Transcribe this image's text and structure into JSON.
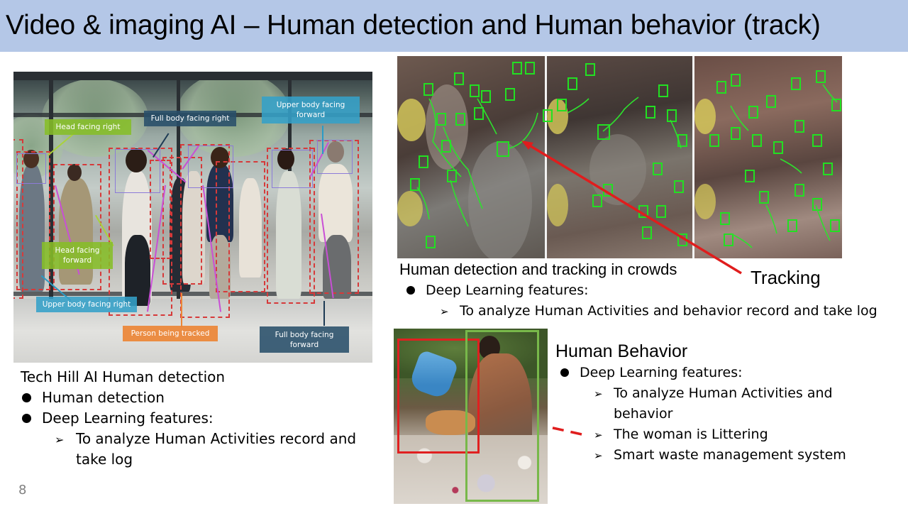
{
  "slide": {
    "title": "Video & imaging AI – Human detection and Human behavior (track)",
    "number": "8",
    "colors": {
      "title_bar": "#b4c7e7",
      "tracking_arrow": "#e01d1d",
      "detection_box": "#22e022",
      "litter_box_red": "#e02020",
      "person_box_green": "#78b84a"
    }
  },
  "office_figure": {
    "labels": {
      "head_facing_right": "Head facing right",
      "full_body_facing_right": "Full body facing right",
      "upper_body_facing_forward": "Upper body facing forward",
      "head_facing_forward": "Head facing forward",
      "upper_body_facing_right": "Upper body facing right",
      "person_being_tracked": "Person being tracked",
      "full_body_facing_forward": "Full body facing forward"
    }
  },
  "left_section": {
    "heading": "Tech Hill AI Human detection",
    "bullets": [
      {
        "text": "Human detection"
      },
      {
        "text": "Deep Learning features:"
      }
    ],
    "sub_bullets": [
      {
        "line1": "To analyze Human Activities record and",
        "line2": "take log"
      }
    ]
  },
  "crowd_section": {
    "caption": "Human detection and tracking in crowds",
    "tracking_label": "Tracking",
    "bullets": [
      {
        "text": "Deep Learning features:"
      }
    ],
    "sub_bullets": [
      {
        "text": "To analyze Human Activities and behavior record and take log"
      }
    ]
  },
  "behavior_section": {
    "heading": "Human Behavior",
    "bullets": [
      {
        "text": "Deep Learning features:"
      }
    ],
    "sub_bullets": [
      {
        "line1": "To analyze Human Activities and",
        "line2": "behavior"
      },
      {
        "line1": "The woman is Littering"
      },
      {
        "line1": "Smart waste management system"
      }
    ]
  },
  "glyphs": {
    "bullet": "●",
    "arrow": "➢"
  }
}
